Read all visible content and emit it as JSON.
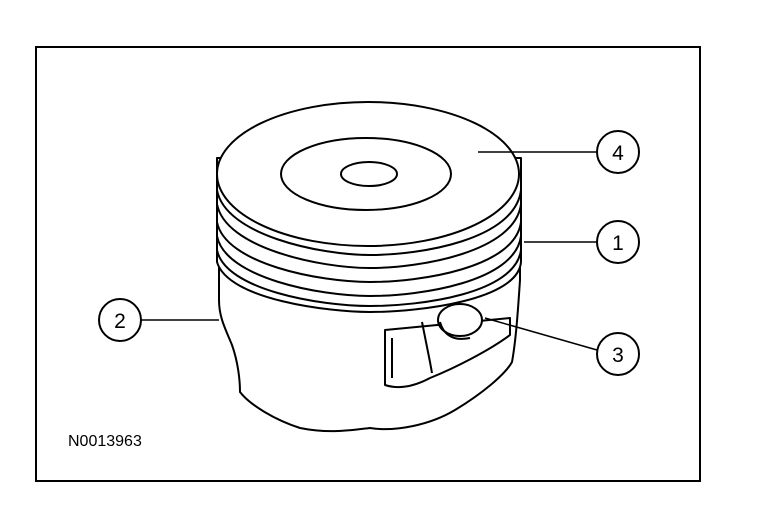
{
  "figure": {
    "id_label": "N0013963",
    "line_color": "#000000",
    "background": "#ffffff"
  },
  "callouts": [
    {
      "label": "4"
    },
    {
      "label": "1"
    },
    {
      "label": "2"
    },
    {
      "label": "3"
    }
  ]
}
